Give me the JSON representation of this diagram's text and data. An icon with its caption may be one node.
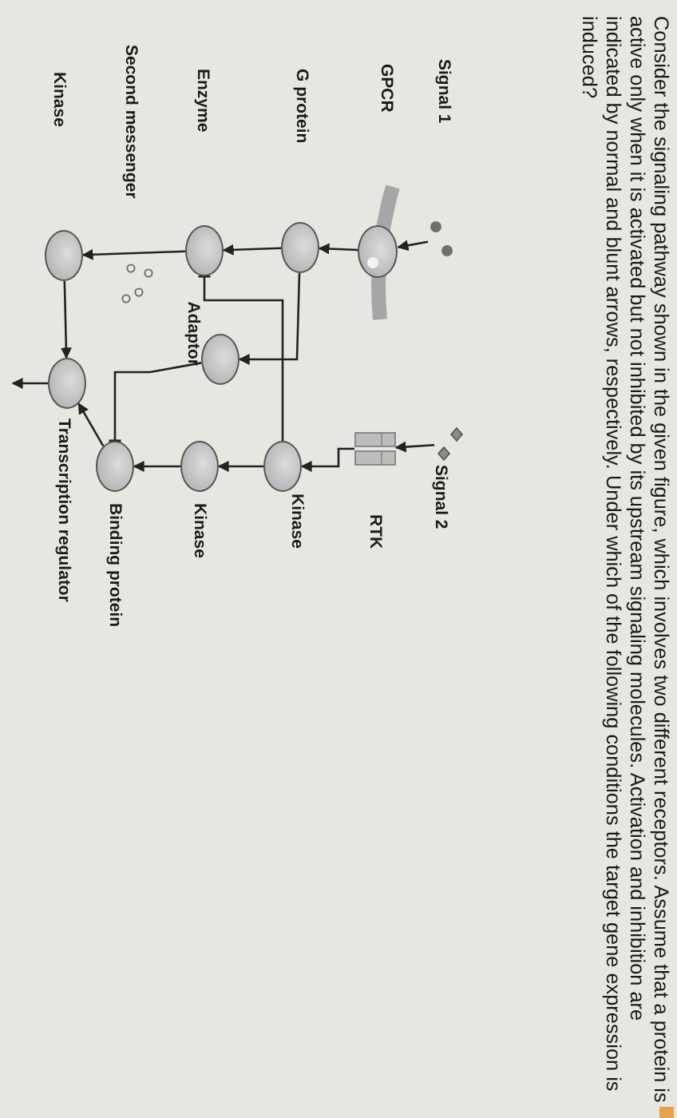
{
  "diagram": {
    "nodes": [
      {
        "text": [],
        "shape": "circle"
      },
      {
        "text": [],
        "shape": "circle"
      },
      {
        "text": [],
        "shape": "diamond",
        "beside": [
          "Signal 2"
        ]
      },
      {
        "text": [],
        "shape": "bar",
        "beside": [
          "RTK"
        ]
      },
      {
        "text": [],
        "shape": "circle"
      },
      {
        "text": [],
        "shape": "circle",
        "beside": [
          "Kinase"
        ]
      },
      {
        "text": [],
        "shape": "circle"
      },
      {
        "text": [],
        "shape": "circle",
        "beside": [
          "Adaptor"
        ]
      },
      {
        "text": [],
        "shape": "circle",
        "beside": [
          "Kinase"
        ]
      },
      {
        "text": [],
        "shape": "circle"
      },
      {
        "text": [],
        "shape": "circle",
        "beside": [
          "Binding protein"
        ]
      },
      {
        "text": [],
        "shape": "circle",
        "beside": [
          "Transcription regulator"
        ]
      }
    ],
    "edges": [
      {
        "from": 9,
        "to": 6,
        "arrow": "to"
      },
      {
        "from": 6,
        "to": 4,
        "arrow": "to"
      },
      {
        "from": 2,
        "to": 3,
        "arrow": "to"
      },
      {
        "from": 3,
        "to": 5,
        "arrow": "to"
      },
      {
        "from": 4,
        "to": 1,
        "arrow": "to"
      },
      {
        "from": 1,
        "to": 0,
        "arrow": "to"
      },
      {
        "from": 4,
        "to": 7,
        "arrow": "to"
      },
      {
        "from": 5,
        "to": 1,
        "arrow": "other"
      },
      {
        "from": 5,
        "to": 8,
        "arrow": "to"
      },
      {
        "from": 8,
        "to": 10,
        "arrow": "to"
      },
      {
        "from": 7,
        "to": 10,
        "arrow": "other"
      },
      {
        "from": 0,
        "to": 11,
        "arrow": "to"
      },
      {
        "from": 10,
        "to": 11,
        "arrow": "to"
      },
      {
        "from": 11,
        "to": null,
        "arrow": "to"
      }
    ],
    "labels": [
      "Consider the signaling pathway shown in the given figure, which involves two different receptors. Assume that a protein is active only when it is activated but not inhibited by its upstream signaling molecules. Activation and inhibition are indicated by normal and blunt arrows, respectively. Under which of the following conditions the target gene expression is induced?",
      "Signal 1",
      "GPCR",
      "G protein",
      "Enzyme",
      "Second messenger",
      "Kinase"
    ]
  }
}
